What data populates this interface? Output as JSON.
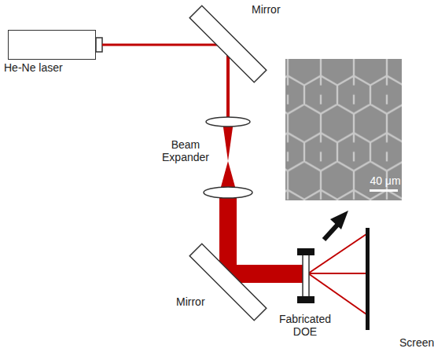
{
  "diagram": {
    "nodes": [
      {
        "text": [
          "He-Ne laser"
        ]
      }
    ],
    "labels": [
      "Mirror",
      "Beam Expander",
      "Mirror",
      "40 μm",
      "Fabricated DOE",
      "Screen"
    ]
  }
}
